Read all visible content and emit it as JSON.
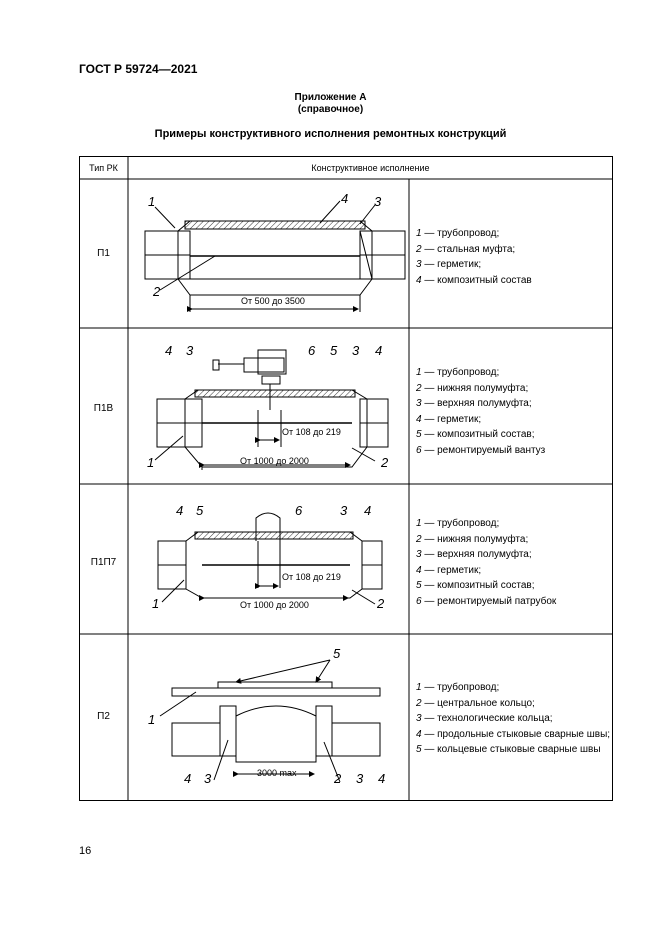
{
  "header": {
    "doc_code": "ГОСТ Р 59724—2021"
  },
  "appendix": {
    "title": "Приложение А",
    "subtitle": "(справочное)"
  },
  "caption": "Примеры конструктивного исполнения ремонтных конструкций",
  "table": {
    "col_type": "Тип РК",
    "col_design": "Конструктивное исполнение",
    "rows": [
      {
        "type": "П1",
        "dimension": "От 500 до 3500",
        "callouts": [
          "1",
          "4",
          "3",
          "2"
        ],
        "legend": [
          {
            "num": "1",
            "text": " — трубопровод;"
          },
          {
            "num": "2",
            "text": " — стальная муфта;"
          },
          {
            "num": "3",
            "text": " — герметик;"
          },
          {
            "num": "4",
            "text": " — композитный состав"
          }
        ]
      },
      {
        "type": "П1В",
        "dim_inner": "От 108 до 219",
        "dimension": "От 1000 до 2000",
        "callouts": [
          "4",
          "3",
          "6",
          "5",
          "3",
          "4",
          "1",
          "2"
        ],
        "legend": [
          {
            "num": "1",
            "text": " — трубопровод;"
          },
          {
            "num": "2",
            "text": " — нижняя полумуфта;"
          },
          {
            "num": "3",
            "text": " — верхняя полумуфта;"
          },
          {
            "num": "4",
            "text": " — герметик;"
          },
          {
            "num": "5",
            "text": " — композитный состав;"
          },
          {
            "num": "6",
            "text": " — ремонтируемый вантуз"
          }
        ]
      },
      {
        "type": "П1П7",
        "dim_inner": "От 108 до 219",
        "dimension": "От 1000 до 2000",
        "callouts": [
          "4",
          "5",
          "6",
          "3",
          "4",
          "1",
          "2"
        ],
        "legend": [
          {
            "num": "1",
            "text": " — трубопровод;"
          },
          {
            "num": "2",
            "text": " — нижняя полумуфта;"
          },
          {
            "num": "3",
            "text": " — верхняя полумуфта;"
          },
          {
            "num": "4",
            "text": " — герметик;"
          },
          {
            "num": "5",
            "text": " — композитный состав;"
          },
          {
            "num": "6",
            "text": " — ремонтируемый патрубок"
          }
        ]
      },
      {
        "type": "П2",
        "dimension": "3000 max",
        "callouts": [
          "5",
          "1",
          "4",
          "3",
          "2",
          "3",
          "4"
        ],
        "legend": [
          {
            "num": "1",
            "text": " — трубопровод;"
          },
          {
            "num": "2",
            "text": " — центральное кольцо;"
          },
          {
            "num": "3",
            "text": " — технологические кольца;"
          },
          {
            "num": "4",
            "text": " — продольные стыковые сварные швы;"
          },
          {
            "num": "5",
            "text": " — кольцевые стыковые сварные швы"
          }
        ]
      }
    ]
  },
  "page_number": "16"
}
